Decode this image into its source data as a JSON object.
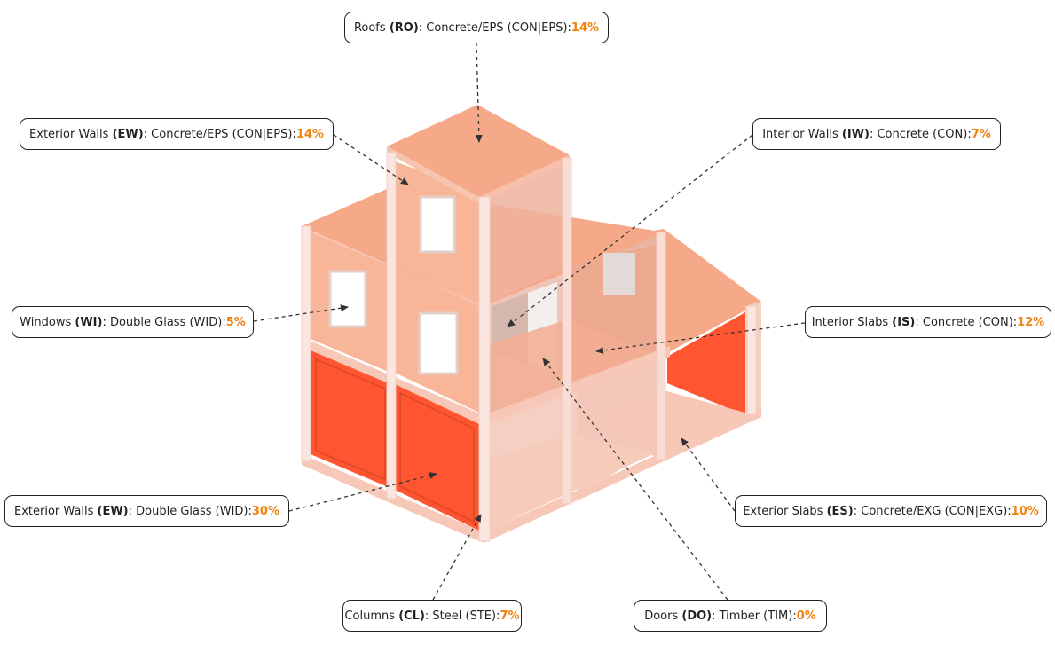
{
  "labels": {
    "roofs": {
      "name": "Roofs",
      "code": "(RO)",
      "material": ": Concrete/EPS (CON|EPS): ",
      "pct": "14%"
    },
    "ext_walls_upper": {
      "name": "Exterior Walls",
      "code": "(EW)",
      "material": ": Concrete/EPS (CON|EPS): ",
      "pct": "14%"
    },
    "int_walls": {
      "name": "Interior Walls",
      "code": "(IW)",
      "material": ": Concrete (CON): ",
      "pct": "7%"
    },
    "windows": {
      "name": "Windows",
      "code": "(WI)",
      "material": ": Double Glass (WID): ",
      "pct": "5%"
    },
    "int_slabs": {
      "name": "Interior Slabs",
      "code": "(IS)",
      "material": ": Concrete (CON): ",
      "pct": "12%"
    },
    "ext_walls_lower": {
      "name": "Exterior Walls",
      "code": "(EW)",
      "material": ": Double Glass (WID): ",
      "pct": "30%"
    },
    "ext_slabs": {
      "name": "Exterior Slabs",
      "code": "(ES)",
      "material": ": Concrete/EXG (CON|EXG): ",
      "pct": "10%"
    },
    "columns": {
      "name": "Columns",
      "code": "(CL)",
      "material": ": Steel (STE): ",
      "pct": "7%"
    },
    "doors": {
      "name": "Doors",
      "code": "(DO)",
      "material": ": Timber (TIM): ",
      "pct": "0%"
    }
  },
  "colors": {
    "concrete_light": "#f9b79a",
    "concrete_mid": "#f3a283",
    "concrete_dark": "#e0907a",
    "glass_wall": "#ff5530",
    "column": "#fbe5df",
    "accent_pct": "#f0820f"
  }
}
